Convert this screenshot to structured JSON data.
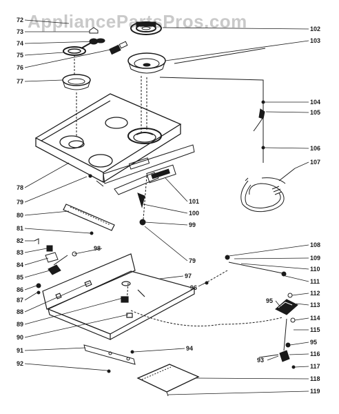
{
  "watermark": "AppliancePartsPros.com",
  "colors": {
    "ink": "#1a1a1a",
    "watermark": "#c9c9c9",
    "background": "#ffffff"
  },
  "left_labels": [
    "72",
    "73",
    "74",
    "75",
    "76",
    "77",
    "78",
    "79",
    "80",
    "81",
    "82",
    "83",
    "84",
    "85",
    "86",
    "87",
    "88",
    "89",
    "90",
    "91",
    "92"
  ],
  "right_labels": [
    "102",
    "103",
    "104",
    "105",
    "106",
    "107",
    "101",
    "100",
    "99",
    "79",
    "108",
    "109",
    "110",
    "111",
    "112",
    "113",
    "114",
    "115",
    "95",
    "116",
    "117",
    "118",
    "119"
  ],
  "inner_labels": [
    "98",
    "97",
    "96",
    "95",
    "94",
    "93"
  ]
}
